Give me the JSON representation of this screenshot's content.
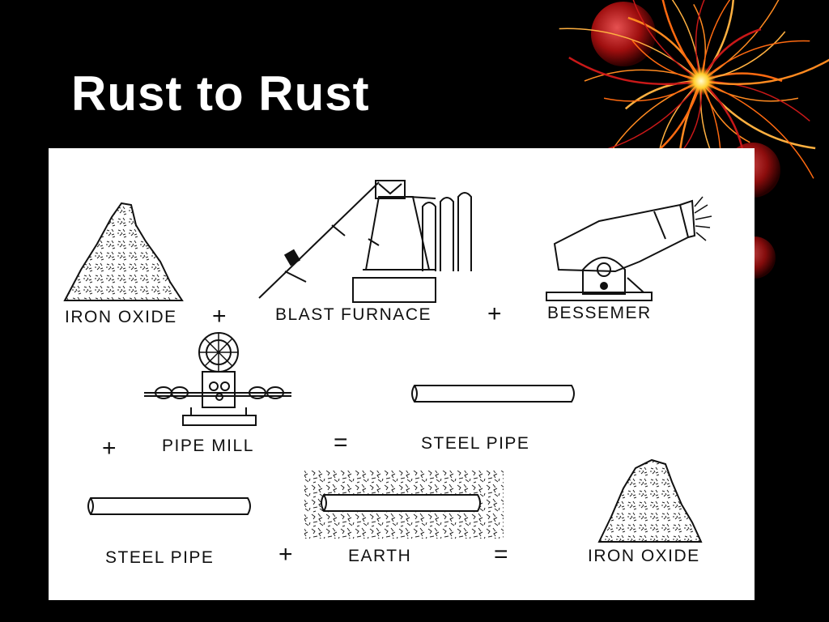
{
  "slide": {
    "title": "Rust to Rust"
  },
  "diagram": {
    "row1": {
      "item1": "IRON OXIDE",
      "op1": "+",
      "item2": "BLAST FURNACE",
      "op2": "+",
      "item3": "BESSEMER"
    },
    "row2": {
      "op0": "+",
      "item1": "PIPE MILL",
      "op1": "=",
      "item2": "STEEL PIPE"
    },
    "row3": {
      "item1": "STEEL PIPE",
      "op1": "+",
      "item2": "EARTH",
      "op2": "=",
      "item3": "IRON OXIDE"
    }
  },
  "colors": {
    "background": "#000000",
    "title": "#ffffff",
    "panel": "#ffffff",
    "ink": "#111111",
    "firework_orange": "#ff6a10",
    "firework_red": "#c81818",
    "firework_core": "#ffee55"
  },
  "icons": [
    "firework-decoration",
    "iron-oxide-pile-icon",
    "blast-furnace-icon",
    "bessemer-converter-icon",
    "pipe-mill-icon",
    "steel-pipe-icon",
    "buried-pipe-icon"
  ]
}
